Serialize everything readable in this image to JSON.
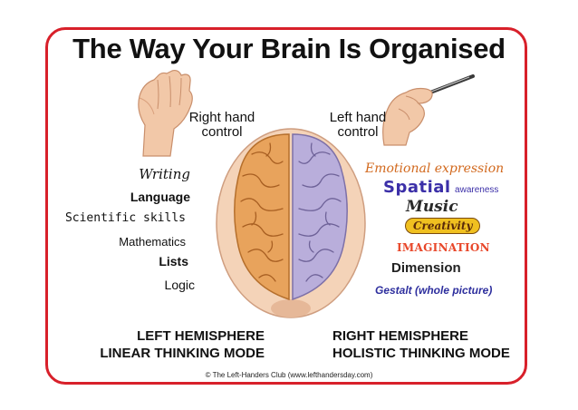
{
  "title": "The Way Your Brain Is Organised",
  "controls": {
    "right_hand": [
      "Right hand",
      "control"
    ],
    "left_hand": [
      "Left hand",
      "control"
    ]
  },
  "left_skills": [
    "Writing",
    "Language",
    "Scientific skills",
    "Mathematics",
    "Lists",
    "Logic"
  ],
  "right_skills": [
    "Emotional expression",
    "Spatial",
    "awareness",
    "Music",
    "Creativity",
    "IMAGINATION",
    "Dimension",
    "Gestalt (whole picture)"
  ],
  "hemispheres": {
    "left": [
      "LEFT HEMISPHERE",
      "LINEAR THINKING MODE"
    ],
    "right": [
      "RIGHT HEMISPHERE",
      "HOLISTIC THINKING MODE"
    ]
  },
  "footer": "© The Left-Handers Club (www.lefthandersday.com)",
  "colors": {
    "frame": "#d8202a",
    "left_brain": "#e8a35c",
    "right_brain": "#b9aedb",
    "emotional": "#d2691e",
    "spatial": "#3b2fa8",
    "creativity_bg": "#f0c020",
    "imagination": "#e8472a",
    "gestalt": "#2e2f9e"
  },
  "icons": [
    "hand-icon",
    "hand-with-pen-icon",
    "brain-icon"
  ]
}
